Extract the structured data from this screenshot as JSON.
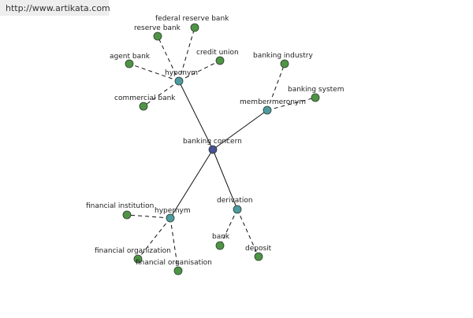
{
  "header": {
    "url": "http://www.artikata.com"
  },
  "graph": {
    "nodes": [
      {
        "id": "banking-concern",
        "label": "banking concern",
        "kind": "center"
      },
      {
        "id": "hyponym",
        "label": "hyponym",
        "kind": "relation"
      },
      {
        "id": "member-meronym",
        "label": "member meronym",
        "kind": "relation"
      },
      {
        "id": "hypernym",
        "label": "hypernym",
        "kind": "relation"
      },
      {
        "id": "derivation",
        "label": "derivation",
        "kind": "relation"
      },
      {
        "id": "reserve-bank",
        "label": "reserve bank",
        "kind": "leaf"
      },
      {
        "id": "federal-reserve-bank",
        "label": "federal reserve bank",
        "kind": "leaf"
      },
      {
        "id": "credit-union",
        "label": "credit union",
        "kind": "leaf"
      },
      {
        "id": "agent-bank",
        "label": "agent bank",
        "kind": "leaf"
      },
      {
        "id": "commercial-bank",
        "label": "commercial bank",
        "kind": "leaf"
      },
      {
        "id": "banking-industry",
        "label": "banking industry",
        "kind": "leaf"
      },
      {
        "id": "banking-system",
        "label": "banking system",
        "kind": "leaf"
      },
      {
        "id": "financial-institution",
        "label": "financial institution",
        "kind": "leaf"
      },
      {
        "id": "financial-organization",
        "label": "financial organization",
        "kind": "leaf"
      },
      {
        "id": "financial-organisation",
        "label": "financial organisation",
        "kind": "leaf"
      },
      {
        "id": "bank",
        "label": "bank",
        "kind": "leaf"
      },
      {
        "id": "deposit",
        "label": "deposit",
        "kind": "leaf"
      }
    ],
    "edges": [
      {
        "from": "banking-concern",
        "to": "hyponym",
        "style": "solid"
      },
      {
        "from": "banking-concern",
        "to": "member-meronym",
        "style": "solid"
      },
      {
        "from": "banking-concern",
        "to": "hypernym",
        "style": "solid"
      },
      {
        "from": "banking-concern",
        "to": "derivation",
        "style": "solid"
      },
      {
        "from": "hyponym",
        "to": "reserve-bank",
        "style": "dashed"
      },
      {
        "from": "hyponym",
        "to": "federal-reserve-bank",
        "style": "dashed"
      },
      {
        "from": "hyponym",
        "to": "credit-union",
        "style": "dashed"
      },
      {
        "from": "hyponym",
        "to": "agent-bank",
        "style": "dashed"
      },
      {
        "from": "hyponym",
        "to": "commercial-bank",
        "style": "dashed"
      },
      {
        "from": "member-meronym",
        "to": "banking-industry",
        "style": "dashed"
      },
      {
        "from": "member-meronym",
        "to": "banking-system",
        "style": "dashed"
      },
      {
        "from": "hypernym",
        "to": "financial-institution",
        "style": "dashed"
      },
      {
        "from": "hypernym",
        "to": "financial-organization",
        "style": "dashed"
      },
      {
        "from": "hypernym",
        "to": "financial-organisation",
        "style": "dashed"
      },
      {
        "from": "derivation",
        "to": "bank",
        "style": "dashed"
      },
      {
        "from": "derivation",
        "to": "deposit",
        "style": "dashed"
      }
    ]
  },
  "colors": {
    "center_node": "#4a4f96",
    "relation_node": "#4e9aa0",
    "leaf_node": "#4f9446",
    "node_stroke": "#2c3d2c",
    "edge": "#111111",
    "header_bg": "#eeeeee"
  }
}
